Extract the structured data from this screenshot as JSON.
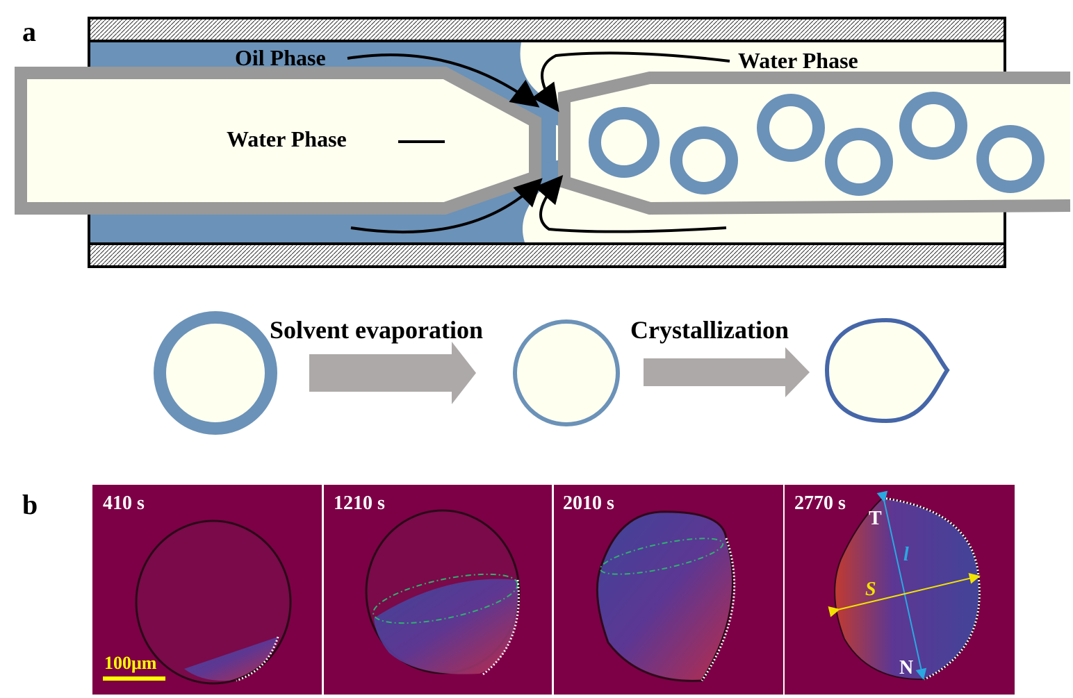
{
  "panels": {
    "a": {
      "label": "a",
      "labels": {
        "oil_phase": "Oil Phase",
        "water_phase_inner": "Water Phase",
        "water_phase_outer": "Water Phase"
      },
      "droplet_count": 6
    },
    "process": {
      "step1": "Solvent evaporation",
      "step2": "Crystallization",
      "stages": [
        "initial-droplet",
        "evaporated-droplet",
        "crystallized-shell"
      ]
    },
    "b": {
      "label": "b",
      "frames": [
        {
          "time": "410 s"
        },
        {
          "time": "1210 s"
        },
        {
          "time": "2010 s"
        },
        {
          "time": "2770 s"
        }
      ],
      "scale_bar": "100μm",
      "annotations": {
        "tip": "T",
        "nose": "N",
        "long_axis": "l",
        "short_axis": "S"
      }
    }
  },
  "colors": {
    "oil": "#6b92b8",
    "water": "#fffff0",
    "capillary": "#999999",
    "arrow_gray": "#ada9a9",
    "crystal_shell": "#4566a8",
    "frame_bg": "#7d0046",
    "scale_bar": "#ffff00",
    "long_axis": "#2aa8e0",
    "short_axis": "#f2e200"
  }
}
